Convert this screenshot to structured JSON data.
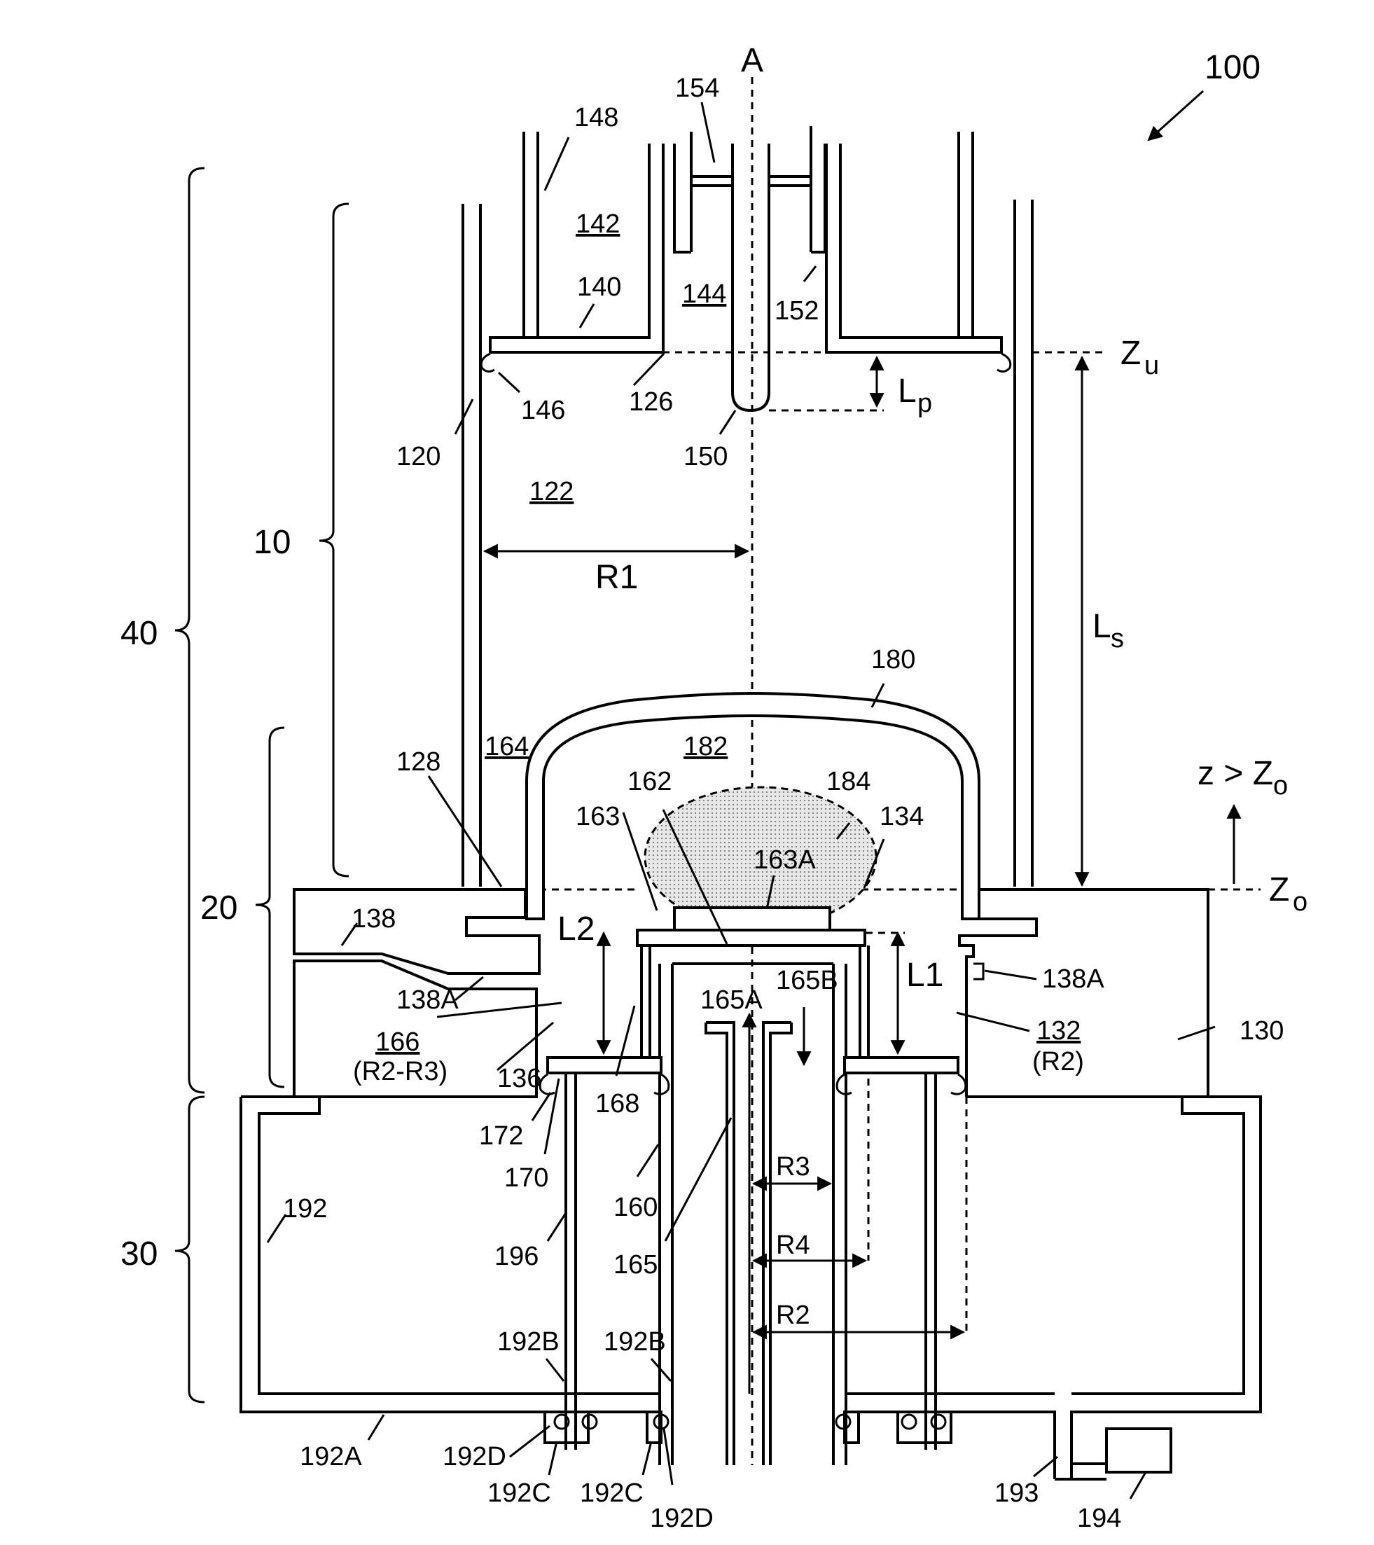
{
  "colors": {
    "ink": "#000000",
    "paper": "#ffffff",
    "dome_fill": "#d9d9d9"
  },
  "labels": {
    "fig": "100",
    "axis": "A",
    "n10": "10",
    "n20": "20",
    "n30": "30",
    "n40": "40",
    "n120": "120",
    "n122": "122",
    "n126": "126",
    "n128": "128",
    "n130": "130",
    "n132": "132",
    "r2p": "(R2)",
    "n134": "134",
    "n136": "136",
    "n138": "138",
    "n138a_l": "138A",
    "n138a_r": "138A",
    "n140": "140",
    "n142": "142",
    "n144": "144",
    "n146": "146",
    "n148": "148",
    "n150": "150",
    "n152": "152",
    "n154": "154",
    "n160": "160",
    "n162": "162",
    "n163": "163",
    "n163a": "163A",
    "n164": "164",
    "n165": "165",
    "n165a": "165A",
    "n165b": "165B",
    "n166": "166",
    "r2r3": "(R2-R3)",
    "n168": "168",
    "n170": "170",
    "n172": "172",
    "n180": "180",
    "n182": "182",
    "n184": "184",
    "n192": "192",
    "n192a": "192A",
    "n192b_l": "192B",
    "n192b_r": "192B",
    "n192c_l": "192C",
    "n192c_r": "192C",
    "n192d_l": "192D",
    "n192d_r": "192D",
    "n193": "193",
    "n194": "194",
    "n196": "196",
    "r1": "R1",
    "r2": "R2",
    "r3": "R3",
    "r4": "R4",
    "l1": "L1",
    "l2": "L2",
    "lp_main": "L",
    "lp_sub": "p",
    "ls_main": "L",
    "ls_sub": "s",
    "zu_main": "Z",
    "zu_sub": "u",
    "zo_main": "Z",
    "zo_sub": "o",
    "zgt_main": "z > Z",
    "zgt_sub": "o"
  }
}
